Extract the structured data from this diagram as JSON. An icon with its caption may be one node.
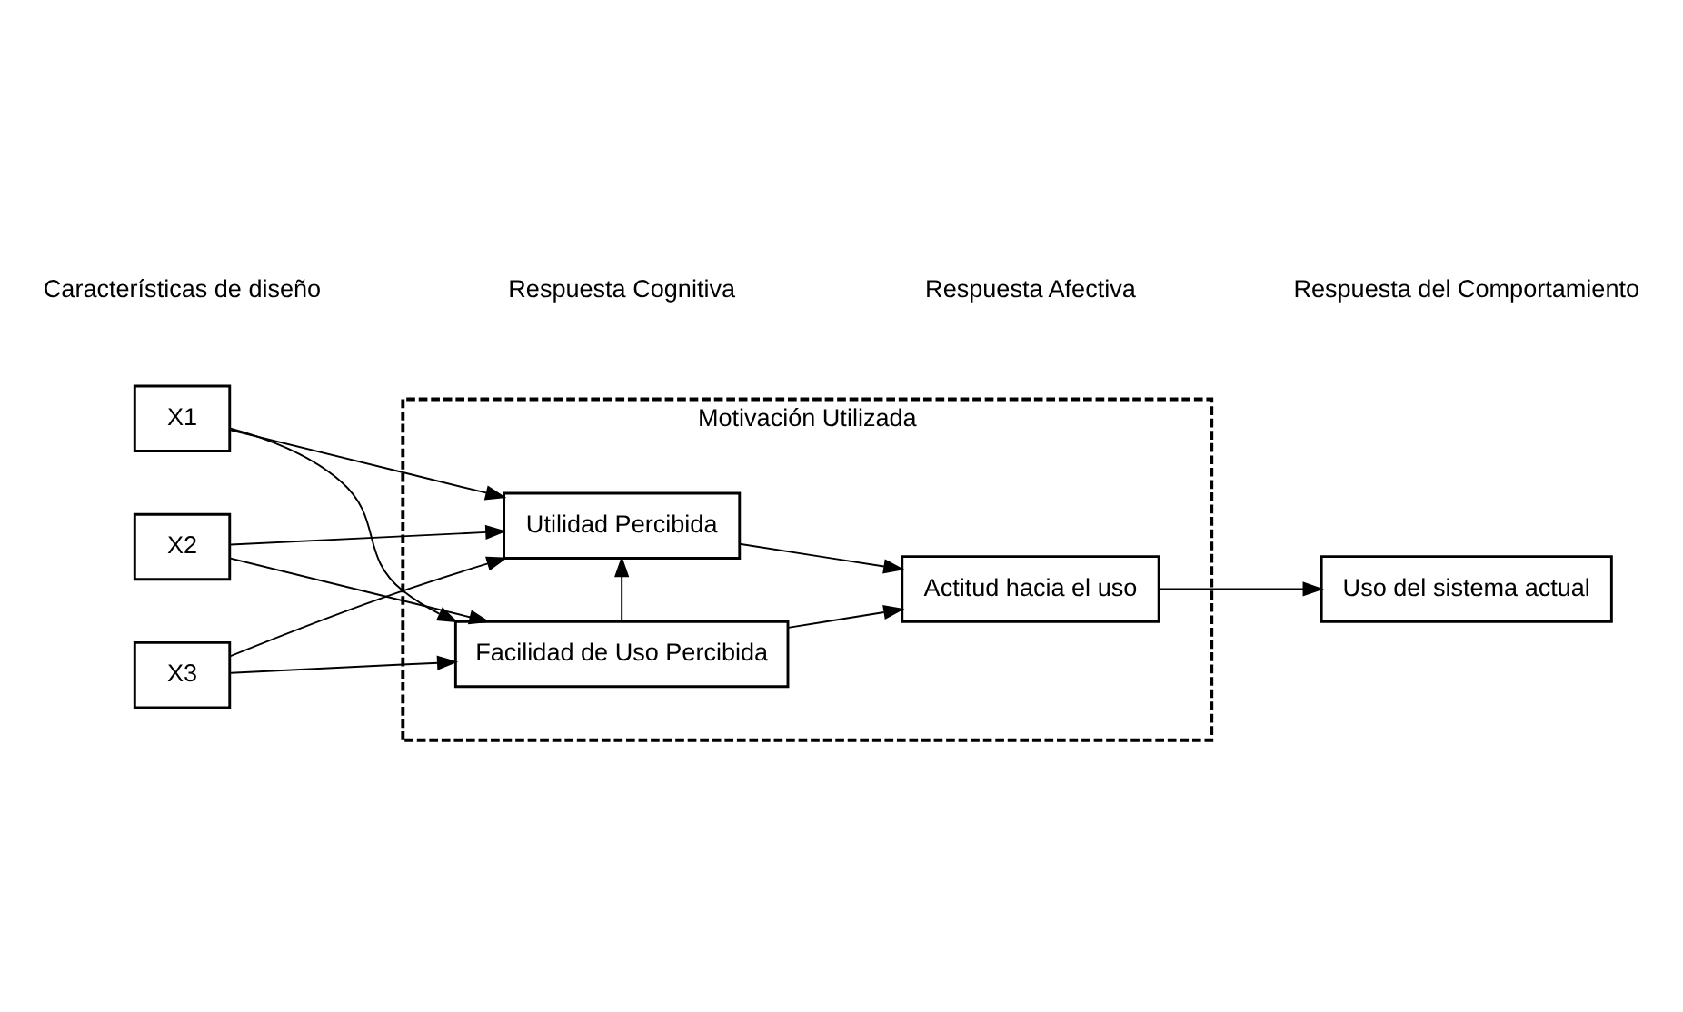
{
  "diagram": {
    "nodes": [
      {
        "text": [
          "Motivación Utilizada"
        ]
      },
      {
        "text": [
          "X1"
        ]
      },
      {
        "text": [
          "X2"
        ]
      },
      {
        "text": [
          "X3"
        ]
      },
      {
        "text": [
          "Utilidad Percibida"
        ],
        "in": 0
      },
      {
        "text": [
          "Facilidad de Uso Percibida"
        ],
        "in": 0
      },
      {
        "text": [
          "Actitud hacia el uso"
        ],
        "in": 0
      },
      {
        "text": [
          "Uso del sistema actual"
        ]
      }
    ],
    "edges": [
      {
        "from": 1,
        "to": 4,
        "arrow": "to"
      },
      {
        "from": 1,
        "to": 5,
        "arrow": "to"
      },
      {
        "from": 2,
        "to": 4,
        "arrow": "to"
      },
      {
        "from": 2,
        "to": 5,
        "arrow": "to"
      },
      {
        "from": 3,
        "to": 4,
        "arrow": "to"
      },
      {
        "from": 3,
        "to": 5,
        "arrow": "to"
      },
      {
        "from": 5,
        "to": 4,
        "arrow": "to"
      },
      {
        "from": 4,
        "to": 6,
        "arrow": "to"
      },
      {
        "from": 5,
        "to": 6,
        "arrow": "to"
      },
      {
        "from": 6,
        "to": 7,
        "arrow": "to"
      }
    ],
    "labels": [
      "Características de diseño",
      "Respuesta Cognitiva",
      "Respuesta Afectiva",
      "Respuesta del Comportamiento"
    ]
  }
}
